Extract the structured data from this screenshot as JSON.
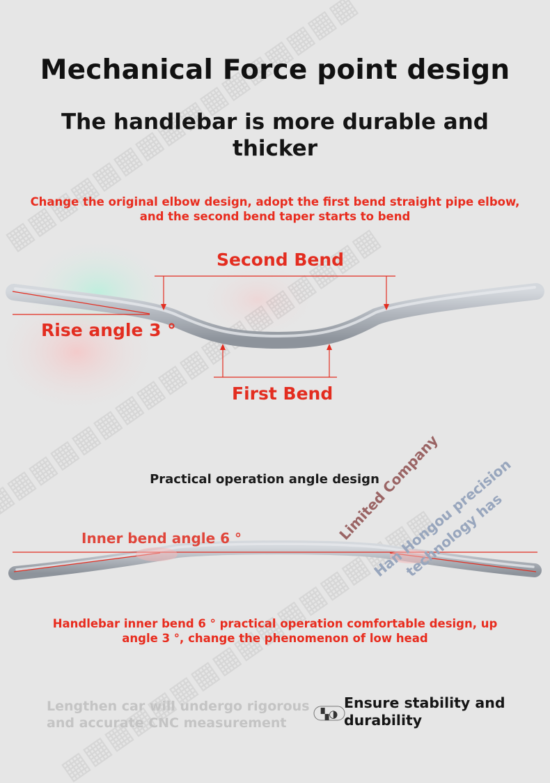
{
  "header": {
    "title": "Mechanical Force point design",
    "subtitle": "The handlebar is more durable and thicker"
  },
  "section1": {
    "description": "Change the original elbow design, adopt the first bend straight pipe elbow, and the second bend taper starts to bend",
    "second_bend_label": "Second Bend",
    "first_bend_label": "First Bend",
    "rise_angle_label": "Rise angle 3 °"
  },
  "section2": {
    "title": "Practical operation angle design",
    "inner_bend_label": "Inner bend angle 6 °",
    "description": "Handlebar inner bend 6 ° practical operation comfortable design, up angle 3 °, change the phenomenon of low head"
  },
  "watermark": {
    "line1": "Limited Company",
    "line2": "Han Hongou precision",
    "line3": "technology has"
  },
  "footer": {
    "left_text": "Lengthen car will undergo rigorous and accurate CNC measurement",
    "right_text": "Ensure stability and durability",
    "logo_icon": "brand-logo-icon"
  },
  "colors": {
    "accent_red": "#e32d20",
    "bar_silver": "#a9aeb5",
    "background": "#e6e6e6"
  }
}
